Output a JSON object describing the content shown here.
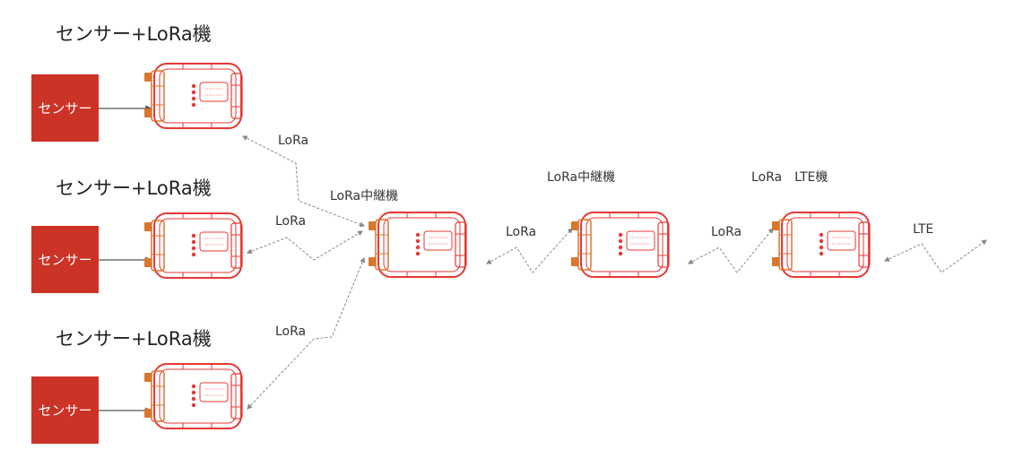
{
  "colors": {
    "sensor_fill": "#cc3327",
    "device_outline": "#e53935",
    "device_orange": "#d9762c",
    "link_line": "#888888",
    "wire_line": "#555555"
  },
  "groups": [
    {
      "title": "センサー+LoRa機",
      "sensor_label": "センサー"
    },
    {
      "title": "センサー+LoRa機",
      "sensor_label": "センサー"
    },
    {
      "title": "センサー+LoRa機",
      "sensor_label": "センサー"
    }
  ],
  "nodes": {
    "relay1": "LoRa中継機",
    "relay2": "LoRa中継機",
    "gateway": "LoRa　LTE機"
  },
  "links": {
    "top_to_relay": "LoRa",
    "mid_to_relay": "LoRa",
    "bottom_to_relay": "LoRa",
    "relay1_to_relay2": "LoRa",
    "relay2_to_gateway": "LoRa",
    "gateway_uplink": "LTE"
  }
}
